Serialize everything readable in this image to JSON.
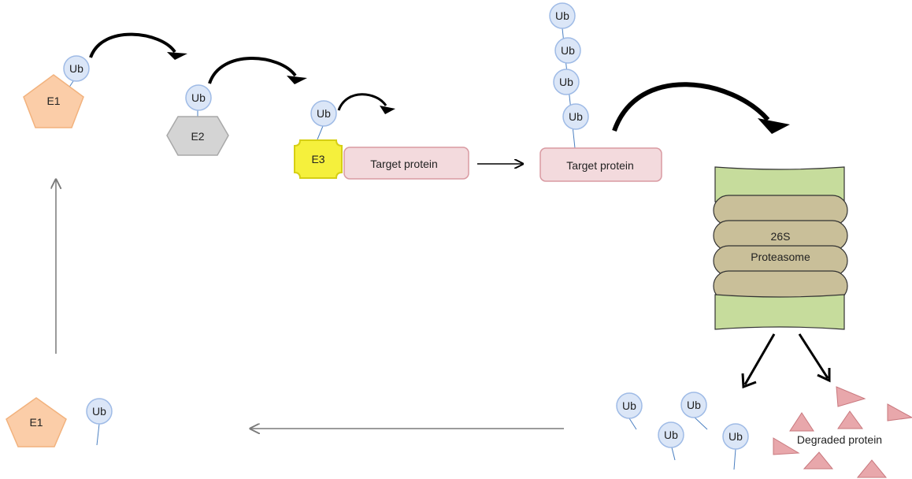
{
  "labels": {
    "ub": "Ub",
    "e1": "E1",
    "e2": "E2",
    "e3": "E3",
    "target_protein": "Target protein",
    "proteasome_line1": "26S",
    "proteasome_line2": "Proteasome",
    "degraded_protein": "Degraded protein"
  },
  "colors": {
    "ub_fill": "#dbe6f7",
    "ub_stroke": "#9fbbe6",
    "e1_fill": "#fbcda8",
    "e1_stroke": "#f2b27d",
    "e2_fill": "#d4d4d4",
    "e2_stroke": "#a8a8a8",
    "e3_fill": "#f5f03c",
    "e3_stroke": "#d6cf14",
    "target_fill": "#f3dadd",
    "target_stroke": "#d99aa2",
    "proteasome_cap": "#c6dc9c",
    "proteasome_ring": "#c9bf99",
    "fragment_fill": "#e8a7ab",
    "fragment_stroke": "#c9787e",
    "linker": "#4a7fc1"
  }
}
